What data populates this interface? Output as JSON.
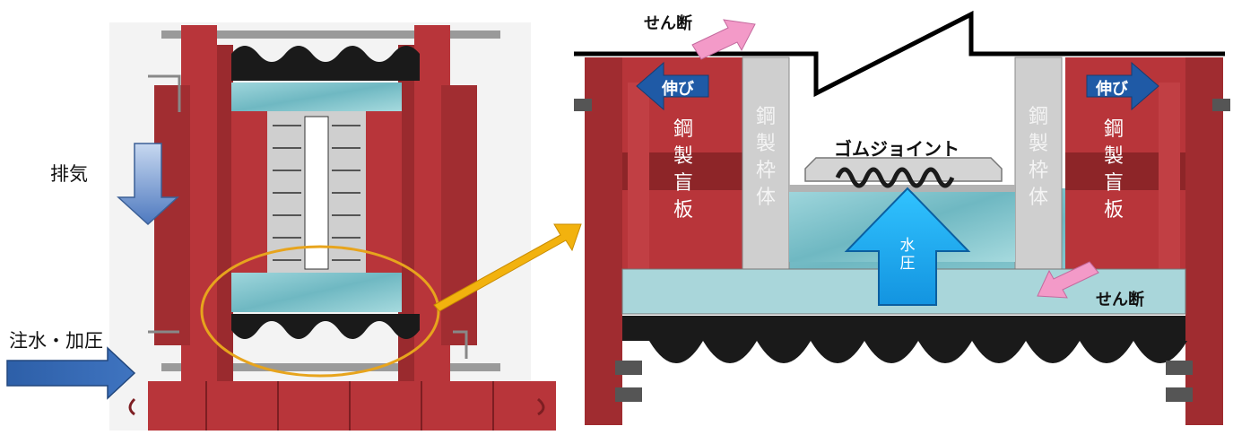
{
  "left_diagram": {
    "exhaust_label": "排気",
    "inject_label": "注水・加圧"
  },
  "right_diagram": {
    "shear_top_label": "せん断",
    "shear_bottom_label": "せん断",
    "stretch_left_label": "伸び",
    "stretch_right_label": "伸び",
    "steel_plate_left": "鋼製盲板",
    "steel_frame_left": "鋼製枠体",
    "steel_frame_right": "鋼製枠体",
    "steel_plate_right": "鋼製盲板",
    "rubber_joint_label": "ゴムジョイント",
    "water_pressure_label": "水圧"
  },
  "colors": {
    "frame_red": "#b8353a",
    "frame_dark": "#7d1e22",
    "water": "#8ecfd6",
    "rubber": "#1a1a1a",
    "blue_arrow": "#1f5aa6",
    "pink_arrow": "#f39ac8",
    "highlight_ellipse": "#e7a41d",
    "callout_arrow": "#f2b20e",
    "pressure_arrow": "#1aa9f0"
  }
}
